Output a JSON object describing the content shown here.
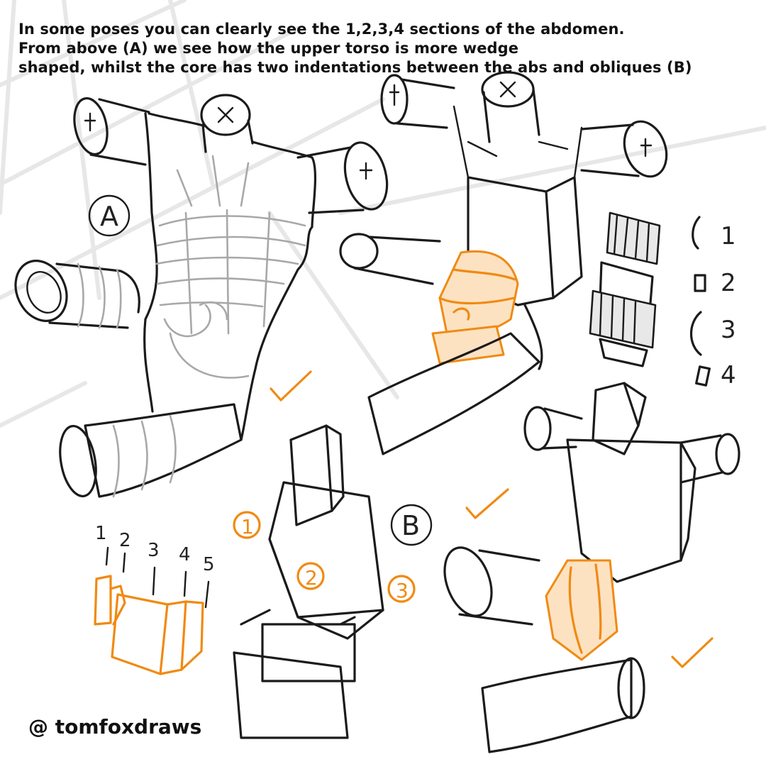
{
  "caption": {
    "line1": "In some poses you can clearly see the 1,2,3,4 sections of the abdomen.",
    "line2": "From above (A) we see how the upper torso is more wedge",
    "line3": "shaped, whilst the core has two indentations between the abs and obliques (B)"
  },
  "labels": {
    "view_a": "A",
    "view_b": "B",
    "sections": [
      "1",
      "2",
      "3",
      "4"
    ],
    "strip_numbers": [
      "1",
      "2",
      "3",
      "4",
      "5"
    ],
    "circled": [
      "1",
      "2",
      "3"
    ]
  },
  "credit": "@ tomfoxdraws",
  "colors": {
    "accent": "#f08a12",
    "ink": "#1b1b1b",
    "shading": "#a8a8a8"
  },
  "icons": [
    "checkmark-icon",
    "checkmark-icon",
    "checkmark-icon",
    "checkmark-icon"
  ]
}
